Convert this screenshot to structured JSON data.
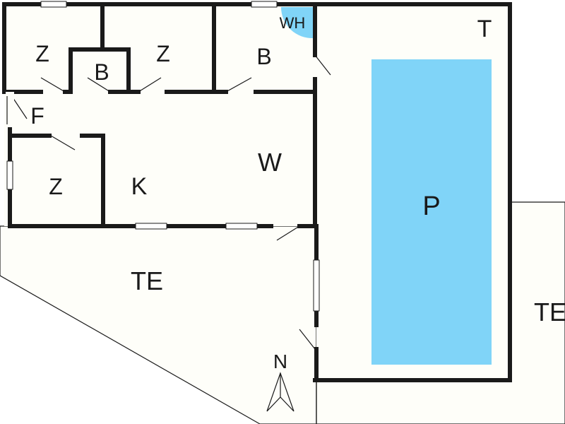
{
  "colors": {
    "background": "#ffffff",
    "floor": "#fefef9",
    "wall": "#1a1a1a",
    "pool": "#80d4f8",
    "water_heater": "#80d4f8",
    "outline": "#1a1a1a"
  },
  "rooms": {
    "bedroom_1": "Z",
    "bathroom_1": "B",
    "bedroom_2": "Z",
    "bathroom_2": "B",
    "water_heater": "WH",
    "hallway": "F",
    "living_room": "W",
    "bedroom_3": "Z",
    "kitchen": "K",
    "pool_area": "T",
    "pool": "P",
    "terrace_front": "TE",
    "terrace_side": "TE"
  },
  "compass": {
    "label": "N",
    "icon": "north-arrow-icon"
  }
}
